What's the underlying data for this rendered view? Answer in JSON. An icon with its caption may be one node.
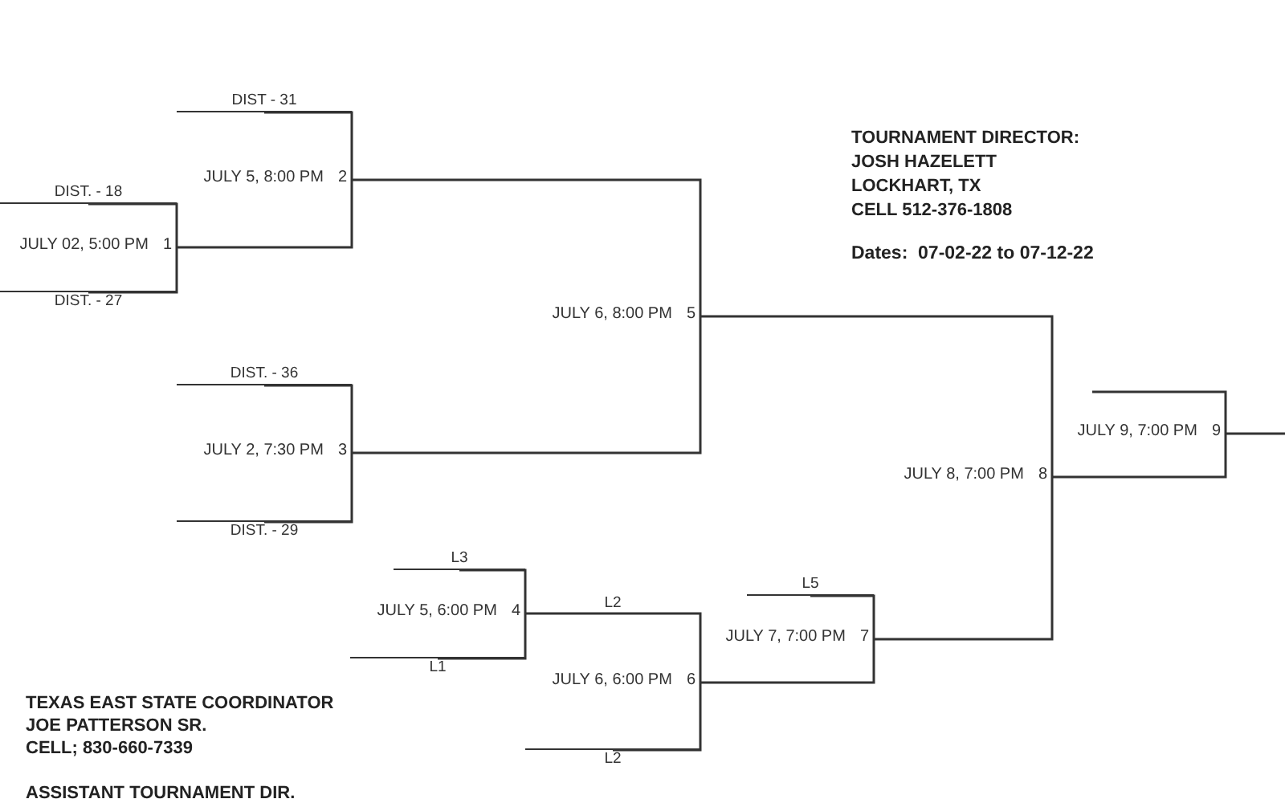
{
  "diagram": {
    "nodes": [
      {
        "text": [
          "DIST - 31"
        ]
      },
      {
        "text": [
          "JULY 5, 8:00 PM",
          "2"
        ]
      },
      {
        "text": [
          "DIST. - 18"
        ]
      },
      {
        "text": [
          "JULY 02, 5:00 PM",
          "1"
        ]
      },
      {
        "text": [
          "DIST. - 27"
        ]
      },
      {
        "text": [
          "JULY 6, 8:00 PM",
          "5"
        ]
      },
      {
        "text": [
          "DIST. - 36"
        ]
      },
      {
        "text": [
          "JULY 2, 7:30 PM",
          "3"
        ]
      },
      {
        "text": [
          "DIST. - 29"
        ]
      },
      {
        "text": [
          "JULY 9, 7:00 PM",
          "9"
        ]
      },
      {
        "text": [
          "JULY 8, 7:00 PM",
          "8"
        ]
      },
      {
        "text": [
          "L3"
        ]
      },
      {
        "text": [
          "JULY 5, 6:00 PM",
          "4"
        ]
      },
      {
        "text": [
          "L1"
        ]
      },
      {
        "text": [
          "L5"
        ]
      },
      {
        "text": [
          "JULY 7, 7:00 PM",
          "7"
        ]
      },
      {
        "text": [
          "JULY 6, 6:00 PM",
          "6"
        ]
      },
      {
        "text": [
          "L2"
        ]
      }
    ],
    "edges": [
      {
        "from": 0,
        "to": 1,
        "arrow": "none"
      },
      {
        "from": 3,
        "to": 1,
        "arrow": "none"
      },
      {
        "from": 2,
        "to": 3,
        "arrow": "none"
      },
      {
        "from": 4,
        "to": 3,
        "arrow": "none"
      },
      {
        "from": 1,
        "to": 5,
        "arrow": "none"
      },
      {
        "from": 7,
        "to": 5,
        "arrow": "none"
      },
      {
        "from": 6,
        "to": 7,
        "arrow": "none"
      },
      {
        "from": 8,
        "to": 7,
        "arrow": "none"
      },
      {
        "from": 5,
        "to": 10,
        "arrow": "none"
      },
      {
        "from": null,
        "to": 9,
        "arrow": "none"
      },
      {
        "from": 10,
        "to": 9,
        "arrow": "none"
      },
      {
        "from": 9,
        "to": null,
        "arrow": "none"
      },
      {
        "from": 11,
        "to": 12,
        "arrow": "none"
      },
      {
        "from": 13,
        "to": 12,
        "arrow": "none"
      },
      {
        "from": 12,
        "to": 16,
        "arrow": "none",
        "label": "L2"
      },
      {
        "from": 17,
        "to": 16,
        "arrow": "none"
      },
      {
        "from": 14,
        "to": 15,
        "arrow": "none"
      },
      {
        "from": 16,
        "to": 15,
        "arrow": "none"
      },
      {
        "from": 15,
        "to": 10,
        "arrow": "none"
      }
    ],
    "labels": [
      "TOURNAMENT DIRECTOR:",
      "JOSH HAZELETT",
      "LOCKHART, TX",
      "CELL 512-376-1808",
      "Dates:  07-02-22 to 07-12-22",
      "TEXAS EAST STATE COORDINATOR",
      "JOE PATTERSON SR.",
      "CELL; 830-660-7339",
      "ASSISTANT TOURNAMENT DIR."
    ]
  }
}
